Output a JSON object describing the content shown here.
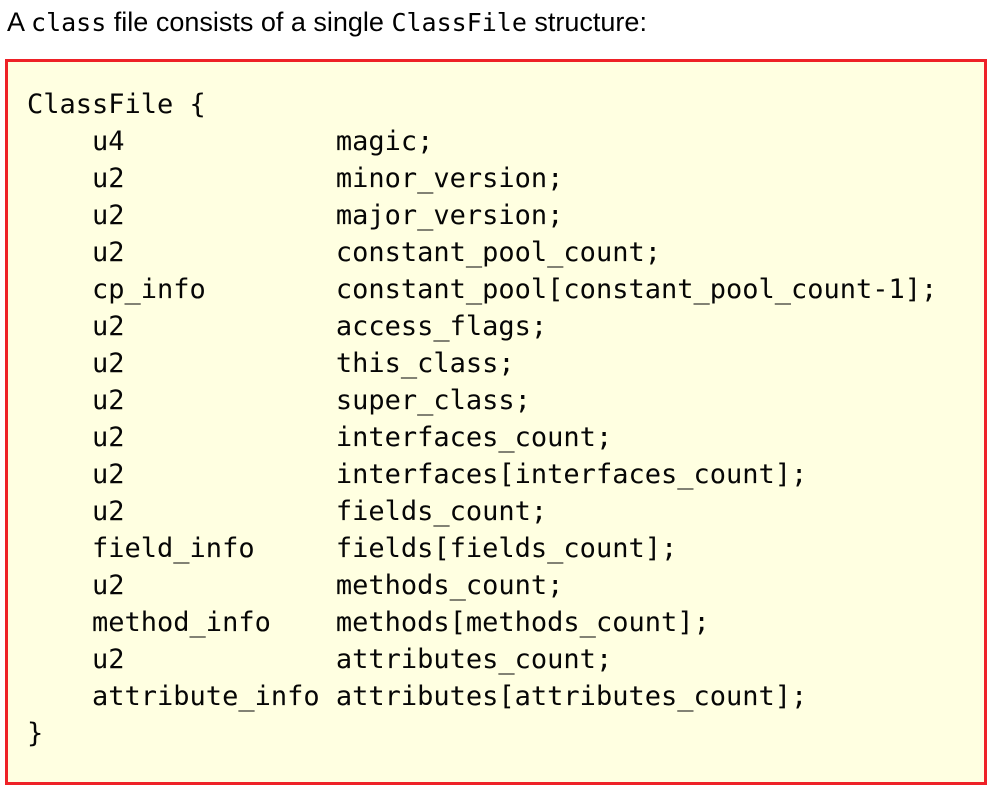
{
  "intro": {
    "prefix": "A ",
    "code1": "class",
    "middle": " file consists of a single ",
    "code2": "ClassFile",
    "suffix": " structure:"
  },
  "code_block": {
    "open_line": "ClassFile {",
    "close_line": "}",
    "indent_spaces": 4,
    "name_column": 20,
    "fields": [
      {
        "type": "u4",
        "name": "magic;"
      },
      {
        "type": "u2",
        "name": "minor_version;"
      },
      {
        "type": "u2",
        "name": "major_version;"
      },
      {
        "type": "u2",
        "name": "constant_pool_count;"
      },
      {
        "type": "cp_info",
        "name": "constant_pool[constant_pool_count-1];"
      },
      {
        "type": "u2",
        "name": "access_flags;"
      },
      {
        "type": "u2",
        "name": "this_class;"
      },
      {
        "type": "u2",
        "name": "super_class;"
      },
      {
        "type": "u2",
        "name": "interfaces_count;"
      },
      {
        "type": "u2",
        "name": "interfaces[interfaces_count];"
      },
      {
        "type": "u2",
        "name": "fields_count;"
      },
      {
        "type": "field_info",
        "name": "fields[fields_count];"
      },
      {
        "type": "u2",
        "name": "methods_count;"
      },
      {
        "type": "method_info",
        "name": "methods[methods_count];"
      },
      {
        "type": "u2",
        "name": "attributes_count;"
      },
      {
        "type": "attribute_info",
        "name": "attributes[attributes_count];"
      }
    ]
  },
  "colors": {
    "page_background": "#ffffff",
    "block_background": "#ffffe1",
    "block_border": "#ee2127",
    "text": "#060606"
  }
}
